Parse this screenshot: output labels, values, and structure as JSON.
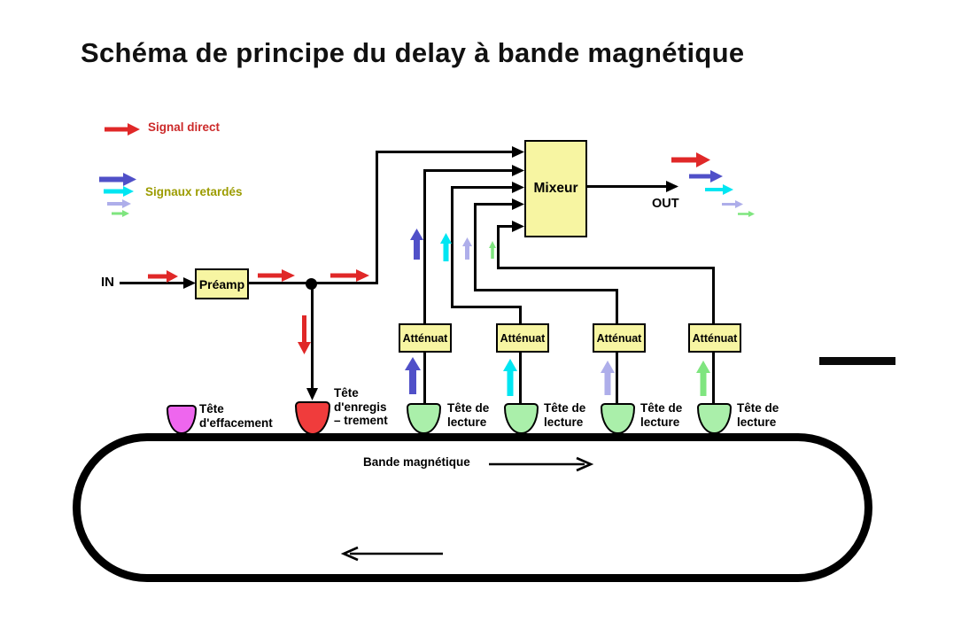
{
  "title": "Schéma de principe du delay à bande magnétique",
  "legend": {
    "direct_label": "Signal direct",
    "delayed_label": "Signaux retardés"
  },
  "io": {
    "in_label": "IN",
    "out_label": "OUT"
  },
  "blocks": {
    "preamp": "Préamp",
    "mixer": "Mixeur",
    "attenuators": [
      "Atténuat",
      "Atténuat",
      "Atténuat",
      "Atténuat"
    ]
  },
  "heads": {
    "erase": [
      "Tête",
      "d'effacement"
    ],
    "record": [
      "Tête",
      "d'enregis",
      "– trement"
    ],
    "read": [
      "Tête de",
      "lecture"
    ]
  },
  "tape": {
    "label": "Bande magnétique"
  },
  "colors": {
    "signal_red": "#e02828",
    "delay_blue": "#5050c8",
    "delay_cyan": "#00e6f2",
    "delay_lavender": "#aeaeea",
    "delay_green": "#7fe57f",
    "box_fill": "#f7f5a2",
    "erase_head_fill": "#ee66ee",
    "record_head_fill": "#f03c3c",
    "read_head_fill": "#aaefaa",
    "legend_direct_text": "#cc2a2a",
    "legend_delayed_text": "#9c9c00",
    "wire_black": "#000000"
  }
}
